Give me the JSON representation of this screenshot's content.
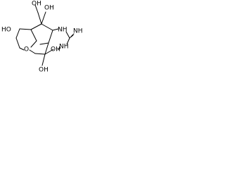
{
  "figure": {
    "type": "chemical-structure",
    "labels": {
      "oh_top_left": "OH",
      "oh_top_center": "OH",
      "ho_left": "HO",
      "nh_right_top": "NH",
      "nh_imine": "NH",
      "o_ring": "O",
      "oh_mid": "OH",
      "nh_right_bottom": "NH",
      "oh_bottom": "OH"
    }
  }
}
